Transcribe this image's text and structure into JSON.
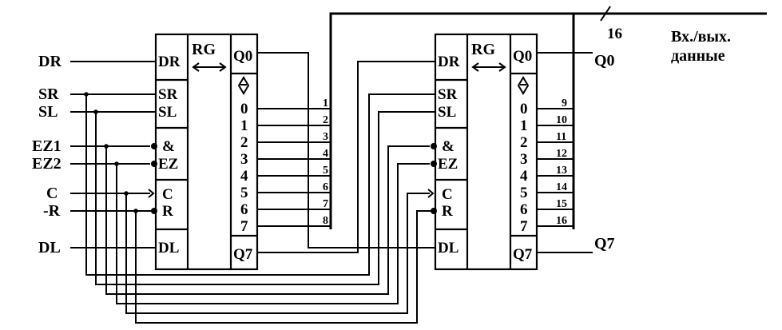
{
  "inputs": {
    "dr": "DR",
    "sr": "SR",
    "sl": "SL",
    "ez1": "EZ1",
    "ez2": "EZ2",
    "c": "C",
    "r": "-R",
    "dl": "DL"
  },
  "register": {
    "pin_dr": "DR",
    "pin_sr": "SR",
    "pin_sl": "SL",
    "pin_and": "&",
    "pin_ez": "EZ",
    "pin_c": "C",
    "pin_r": "R",
    "pin_dl": "DL",
    "title": "RG",
    "q0": "Q0",
    "q7": "Q7",
    "bits": [
      "0",
      "1",
      "2",
      "3",
      "4",
      "5",
      "6",
      "7"
    ]
  },
  "bus": {
    "width": "16",
    "label_line1": "Вх./вых.",
    "label_line2": "данные",
    "lines_low": [
      "1",
      "2",
      "3",
      "4",
      "5",
      "6",
      "7",
      "8"
    ],
    "lines_high": [
      "9",
      "10",
      "11",
      "12",
      "13",
      "14",
      "15",
      "16"
    ]
  },
  "outputs": {
    "q0": "Q0",
    "q7": "Q7"
  }
}
